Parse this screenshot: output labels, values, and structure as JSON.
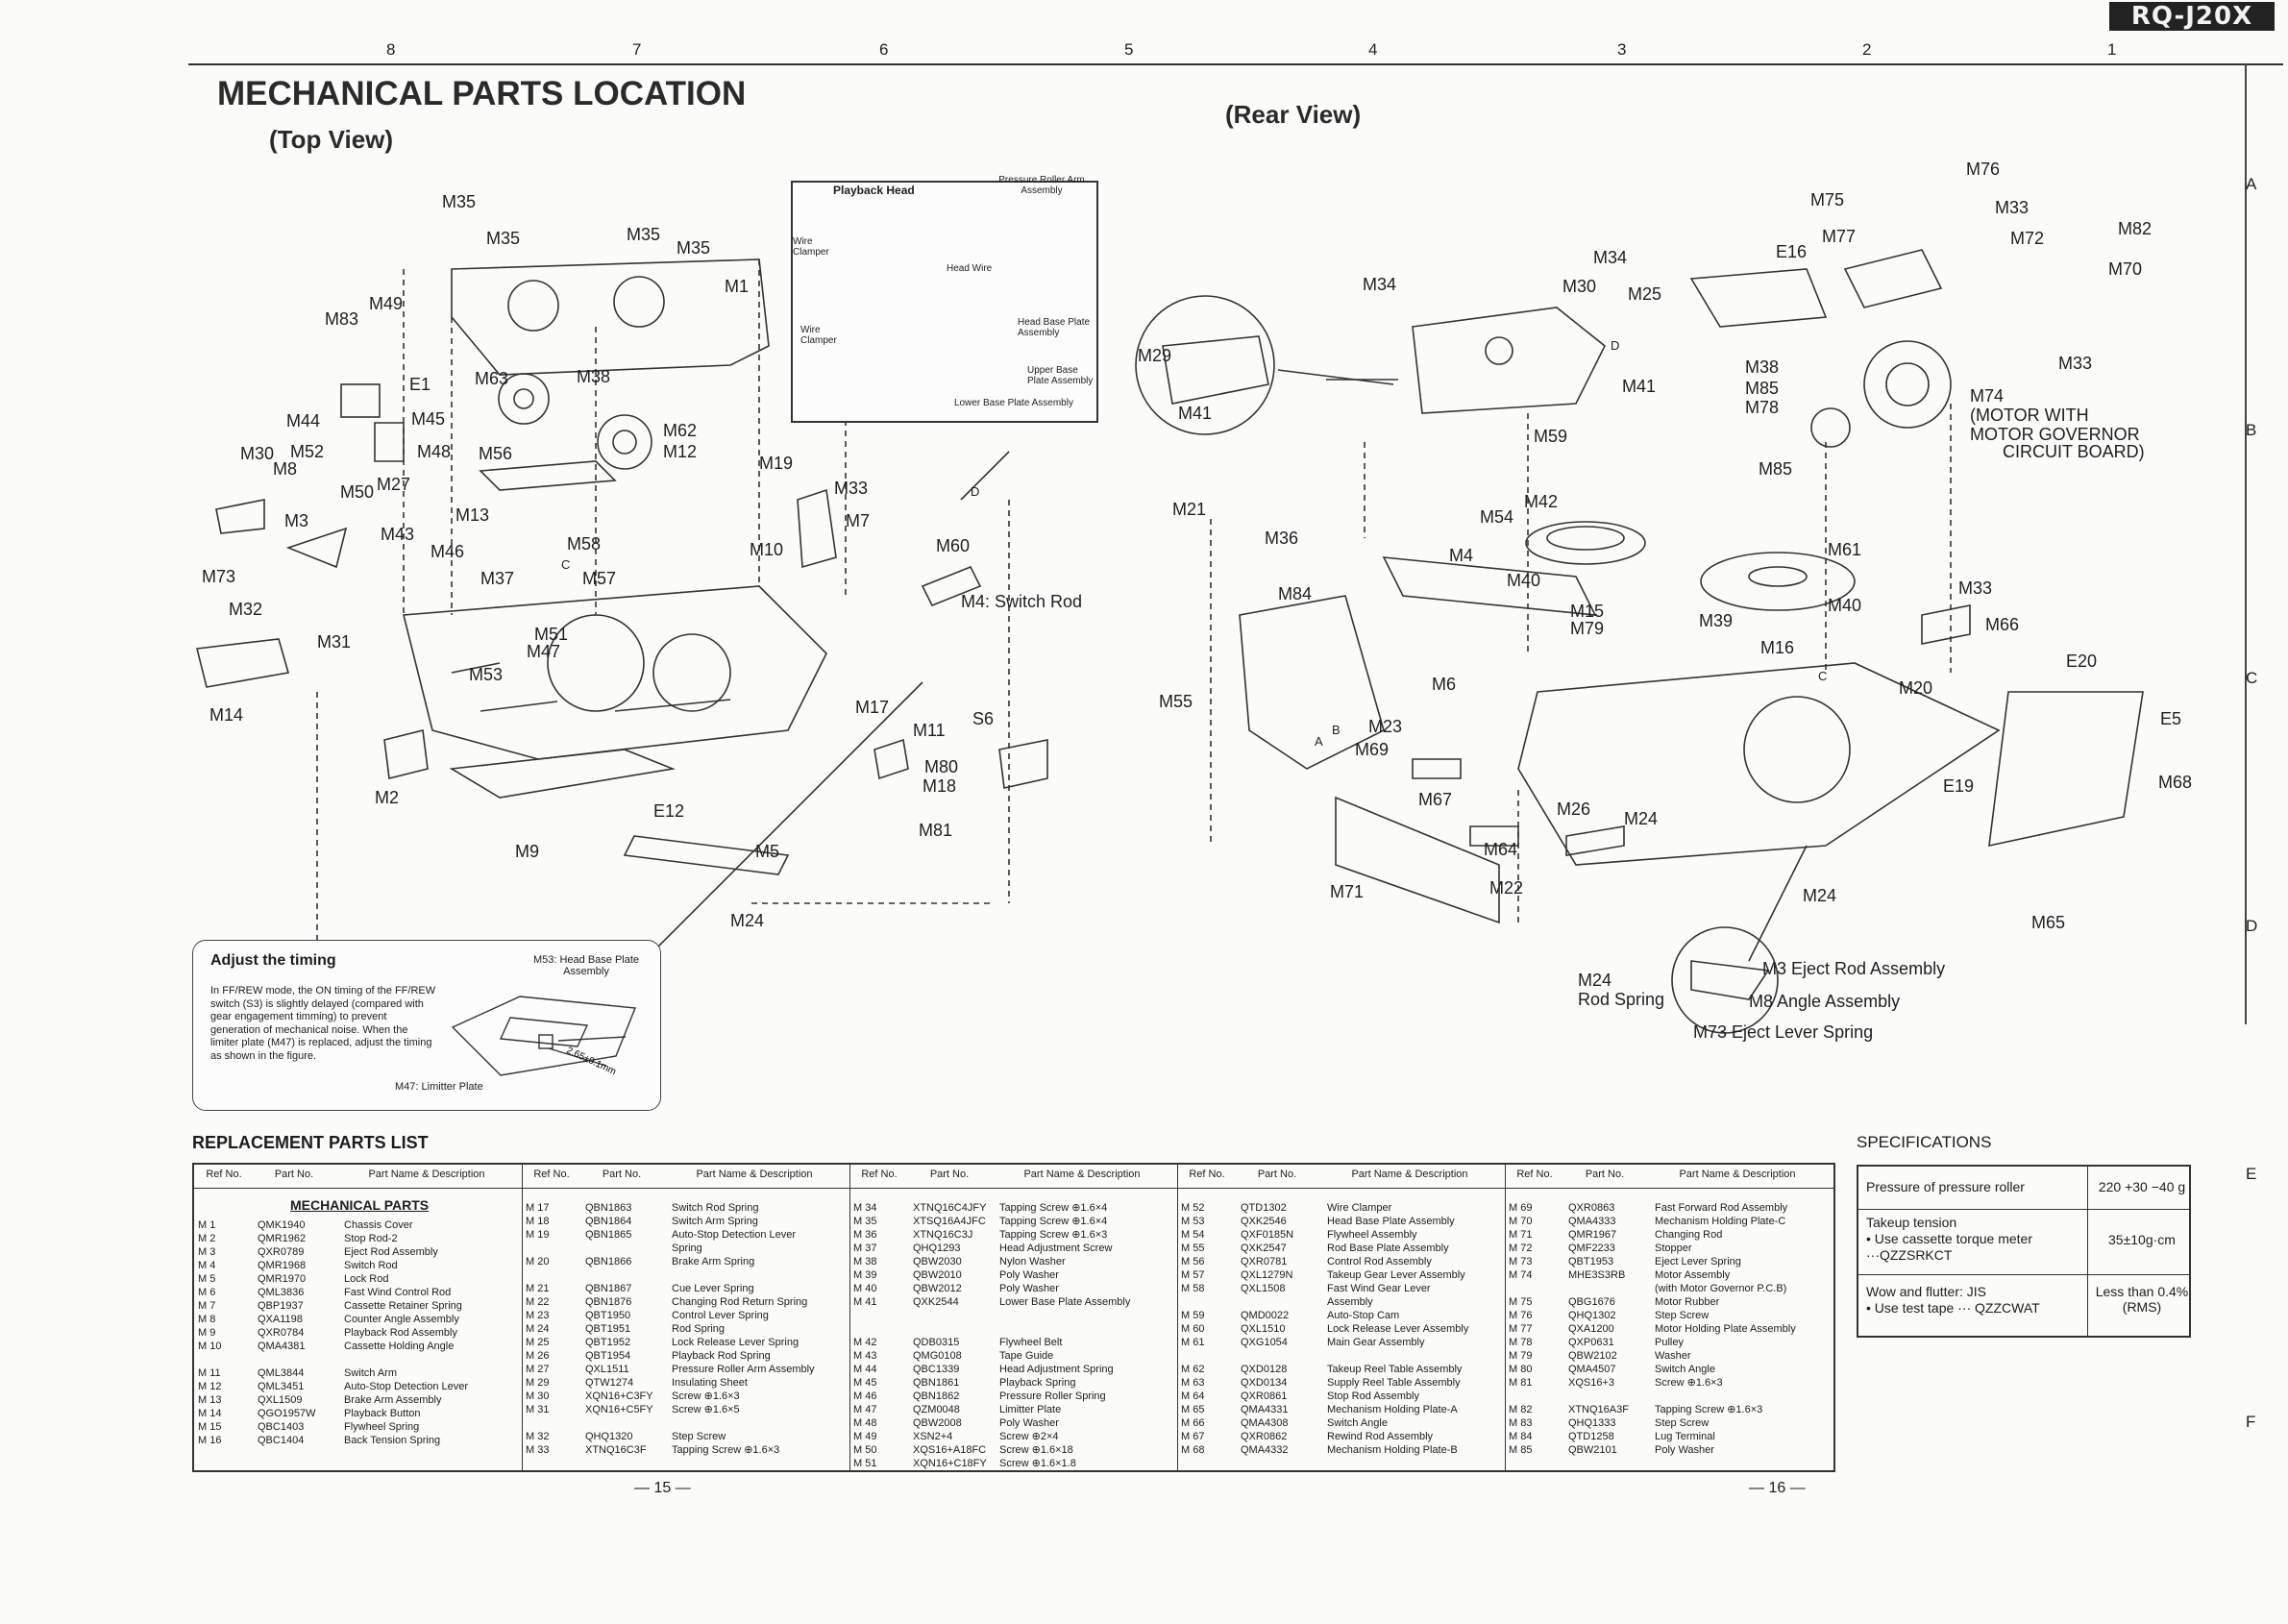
{
  "model": "RQ-J20X",
  "zone_numbers": [
    "8",
    "7",
    "6",
    "5",
    "4",
    "3",
    "2",
    "1"
  ],
  "row_letters": [
    "A",
    "B",
    "C",
    "D",
    "E",
    "F"
  ],
  "title": "MECHANICAL PARTS LOCATION",
  "top_view": "(Top View)",
  "rear_view": "(Rear View)",
  "inset": {
    "playback_head": "Playback Head",
    "pressure_roller": "Pressure Roller Arm Assembly",
    "wire_clamper_1": "Wire Clamper",
    "head_wire": "Head Wire",
    "wire_clamper_2": "Wire Clamper",
    "head_base_plate": "Head Base Plate Assembly",
    "upper_base": "Upper Base Plate Assembly",
    "lower_base": "Lower Base Plate Assembly"
  },
  "top_labels": [
    "M35",
    "M35",
    "M35",
    "M35",
    "M1",
    "M49",
    "M83",
    "E1",
    "M63",
    "M38",
    "M44",
    "M45",
    "M30",
    "M52",
    "M48",
    "M62",
    "M12",
    "M8",
    "M50",
    "M27",
    "M56",
    "M19",
    "M33",
    "M3",
    "M43",
    "M13",
    "M7",
    "M73",
    "M46",
    "M58",
    "M10",
    "M37",
    "M57",
    "M32",
    "M51",
    "M47",
    "M31",
    "M53",
    "M14",
    "M60",
    "M4: Switch Rod",
    "M17",
    "M11",
    "S6",
    "M80",
    "M18",
    "M2",
    "E12",
    "M81",
    "M9",
    "M5",
    "M24",
    "C",
    "D"
  ],
  "rear_labels": [
    "M76",
    "M75",
    "M33",
    "M72",
    "M82",
    "M70",
    "M77",
    "E16",
    "M34",
    "M30",
    "M34",
    "M25",
    "M29",
    "M41",
    "M41",
    "M38",
    "M85",
    "M78",
    "M33",
    "M74",
    "(MOTOR WITH",
    "MOTOR GOVERNOR",
    "CIRCUIT BOARD)",
    "M59",
    "M85",
    "M21",
    "M42",
    "M54",
    "M36",
    "M4",
    "M61",
    "M84",
    "M40",
    "M15",
    "M79",
    "M39",
    "M16",
    "M40",
    "M33",
    "M66",
    "E20",
    "M20",
    "M55",
    "M6",
    "E5",
    "M23",
    "M69",
    "E19",
    "M68",
    "M67",
    "M26",
    "M24",
    "M64",
    "M71",
    "M22",
    "M24",
    "M65",
    "M24",
    "Rod Spring",
    "M3 Eject Rod Assembly",
    "M8 Angle Assembly",
    "M73 Eject Lever Spring",
    "D",
    "A",
    "B",
    "C"
  ],
  "timing": {
    "title": "Adjust the timing",
    "body": "In FF/REW mode, the ON timing of the FF/REW switch (S3) is slightly delayed (compared with gear engagement timming) to prevent generation of mechanical noise. When the limiter plate (M47) is replaced, adjust the timing as shown in the figure.",
    "m53": "M53: Head Base Plate Assembly",
    "m47": "M47: Limitter Plate",
    "dim": "2.65±0.1mm"
  },
  "parts_list_heading": "REPLACEMENT PARTS LIST",
  "table_headers": [
    "Ref No.",
    "Part No.",
    "Part Name & Description"
  ],
  "mechanical_parts": "MECHANICAL PARTS",
  "parts_columns": [
    [
      [
        "M 1",
        "QMK1940",
        "Chassis Cover"
      ],
      [
        "M 2",
        "QMR1962",
        "Stop Rod-2"
      ],
      [
        "M 3",
        "QXR0789",
        "Eject Rod Assembly"
      ],
      [
        "M 4",
        "QMR1968",
        "Switch Rod"
      ],
      [
        "M 5",
        "QMR1970",
        "Lock Rod"
      ],
      [
        "M 6",
        "QML3836",
        "Fast Wind Control Rod"
      ],
      [
        "M 7",
        "QBP1937",
        "Cassette Retainer Spring"
      ],
      [
        "M 8",
        "QXA1198",
        "Counter Angle Assembly"
      ],
      [
        "M 9",
        "QXR0784",
        "Playback Rod Assembly"
      ],
      [
        "M 10",
        "QMA4381",
        "Cassette Holding Angle"
      ],
      [
        "",
        "",
        " "
      ],
      [
        "M 11",
        "QML3844",
        "Switch Arm"
      ],
      [
        "M 12",
        "QML3451",
        "Auto-Stop Detection Lever"
      ],
      [
        "M 13",
        "QXL1509",
        "Brake Arm Assembly"
      ],
      [
        "M 14",
        "QGO1957W",
        "Playback Button"
      ],
      [
        "M 15",
        "QBC1403",
        "Flywheel Spring"
      ],
      [
        "M 16",
        "QBC1404",
        "Back Tension Spring"
      ]
    ],
    [
      [
        "M 17",
        "QBN1863",
        "Switch Rod Spring"
      ],
      [
        "M 18",
        "QBN1864",
        "Switch Arm Spring"
      ],
      [
        "M 19",
        "QBN1865",
        "Auto-Stop Detection Lever"
      ],
      [
        "",
        "",
        "Spring"
      ],
      [
        "M 20",
        "QBN1866",
        "Brake Arm Spring"
      ],
      [
        "",
        "",
        " "
      ],
      [
        "M 21",
        "QBN1867",
        "Cue Lever Spring"
      ],
      [
        "M 22",
        "QBN1876",
        "Changing Rod Return Spring"
      ],
      [
        "M 23",
        "QBT1950",
        "Control Lever Spring"
      ],
      [
        "M 24",
        "QBT1951",
        "Rod Spring"
      ],
      [
        "M 25",
        "QBT1952",
        "Lock Release Lever Spring"
      ],
      [
        "M 26",
        "QBT1954",
        "Playback Rod Spring"
      ],
      [
        "M 27",
        "QXL1511",
        "Pressure Roller Arm Assembly"
      ],
      [
        "M 29",
        "QTW1274",
        "Insulating Sheet"
      ],
      [
        "M 30",
        "XQN16+C3FY",
        "Screw ⊕1.6×3"
      ],
      [
        "M 31",
        "XQN16+C5FY",
        "Screw ⊕1.6×5"
      ],
      [
        "",
        "",
        " "
      ],
      [
        "M 32",
        "QHQ1320",
        "Step Screw"
      ],
      [
        "M 33",
        "XTNQ16C3F",
        "Tapping Screw ⊕1.6×3"
      ]
    ],
    [
      [
        "M 34",
        "XTNQ16C4JFY",
        "Tapping Screw ⊕1.6×4"
      ],
      [
        "M 35",
        "XTSQ16A4JFC",
        "Tapping Screw ⊕1.6×4"
      ],
      [
        "M 36",
        "XTNQ16C3J",
        "Tapping Screw ⊕1.6×3"
      ],
      [
        "M 37",
        "QHQ1293",
        "Head Adjustment Screw"
      ],
      [
        "M 38",
        "QBW2030",
        "Nylon Washer"
      ],
      [
        "M 39",
        "QBW2010",
        "Poly Washer"
      ],
      [
        "M 40",
        "QBW2012",
        "Poly Washer"
      ],
      [
        "M 41",
        "QXK2544",
        "Lower Base Plate Assembly"
      ],
      [
        "",
        "",
        " "
      ],
      [
        "",
        "",
        " "
      ],
      [
        "M 42",
        "QDB0315",
        "Flywheel Belt"
      ],
      [
        "M 43",
        "QMG0108",
        "Tape Guide"
      ],
      [
        "M 44",
        "QBC1339",
        "Head Adjustment Spring"
      ],
      [
        "M 45",
        "QBN1861",
        "Playback Spring"
      ],
      [
        "M 46",
        "QBN1862",
        "Pressure Roller Spring"
      ],
      [
        "M 47",
        "QZM0048",
        "Limitter Plate"
      ],
      [
        "M 48",
        "QBW2008",
        "Poly Washer"
      ],
      [
        "M 49",
        "XSN2+4",
        "Screw ⊕2×4"
      ],
      [
        "M 50",
        "XQS16+A18FC",
        "Screw ⊕1.6×18"
      ],
      [
        "M 51",
        "XQN16+C18FY",
        "Screw ⊕1.6×1.8"
      ]
    ],
    [
      [
        "M 52",
        "QTD1302",
        "Wire Clamper"
      ],
      [
        "M 53",
        "QXK2546",
        "Head Base Plate Assembly"
      ],
      [
        "M 54",
        "QXF0185N",
        "Flywheel Assembly"
      ],
      [
        "M 55",
        "QXK2547",
        "Rod Base Plate Assembly"
      ],
      [
        "M 56",
        "QXR0781",
        "Control Rod Assembly"
      ],
      [
        "M 57",
        "QXL1279N",
        "Takeup Gear Lever Assembly"
      ],
      [
        "M 58",
        "QXL1508",
        "Fast Wind Gear Lever"
      ],
      [
        "",
        "",
        "Assembly"
      ],
      [
        "M 59",
        "QMD0022",
        "Auto-Stop Cam"
      ],
      [
        "M 60",
        "QXL1510",
        "Lock Release Lever Assembly"
      ],
      [
        "M 61",
        "QXG1054",
        "Main Gear Assembly"
      ],
      [
        "",
        "",
        " "
      ],
      [
        "M 62",
        "QXD0128",
        "Takeup Reel Table Assembly"
      ],
      [
        "M 63",
        "QXD0134",
        "Supply Reel Table Assembly"
      ],
      [
        "M 64",
        "QXR0861",
        "Stop Rod Assembly"
      ],
      [
        "M 65",
        "QMA4331",
        "Mechanism Holding Plate-A"
      ],
      [
        "M 66",
        "QMA4308",
        "Switch Angle"
      ],
      [
        "M 67",
        "QXR0862",
        "Rewind Rod Assembly"
      ],
      [
        "M 68",
        "QMA4332",
        "Mechanism Holding Plate-B"
      ]
    ],
    [
      [
        "M 69",
        "QXR0863",
        "Fast Forward Rod Assembly"
      ],
      [
        "M 70",
        "QMA4333",
        "Mechanism Holding Plate-C"
      ],
      [
        "M 71",
        "QMR1967",
        "Changing Rod"
      ],
      [
        "M 72",
        "QMF2233",
        "Stopper"
      ],
      [
        "M 73",
        "QBT1953",
        "Eject Lever Spring"
      ],
      [
        "M 74",
        "MHE3S3RB",
        "Motor Assembly"
      ],
      [
        "",
        "",
        "(with Motor Governor P.C.B)"
      ],
      [
        "M 75",
        "QBG1676",
        "Motor Rubber"
      ],
      [
        "M 76",
        "QHQ1302",
        "Step Screw"
      ],
      [
        "M 77",
        "QXA1200",
        "Motor Holding Plate Assembly"
      ],
      [
        "M 78",
        "QXP0631",
        "Pulley"
      ],
      [
        "M 79",
        "QBW2102",
        "Washer"
      ],
      [
        "M 80",
        "QMA4507",
        "Switch Angle"
      ],
      [
        "M 81",
        "XQS16+3",
        "Screw ⊕1.6×3"
      ],
      [
        "",
        "",
        " "
      ],
      [
        "M 82",
        "XTNQ16A3F",
        "Tapping Screw ⊕1.6×3"
      ],
      [
        "M 83",
        "QHQ1333",
        "Step Screw"
      ],
      [
        "M 84",
        "QTD1258",
        "Lug Terminal"
      ],
      [
        "M 85",
        "QBW2101",
        "Poly Washer"
      ]
    ]
  ],
  "page_left": "— 15 —",
  "page_right": "— 16 —",
  "spec_heading": "SPECIFICATIONS",
  "specs": [
    {
      "label": "Pressure of pressure roller",
      "value": "220 +30 −40 g"
    },
    {
      "label": "Takeup tension\n• Use cassette torque meter\n···QZZSRKCT",
      "value": "35±10g·cm"
    },
    {
      "label": "Wow and flutter: JIS\n• Use test tape ··· QZZCWAT",
      "value": "Less than 0.4%\n(RMS)"
    }
  ]
}
